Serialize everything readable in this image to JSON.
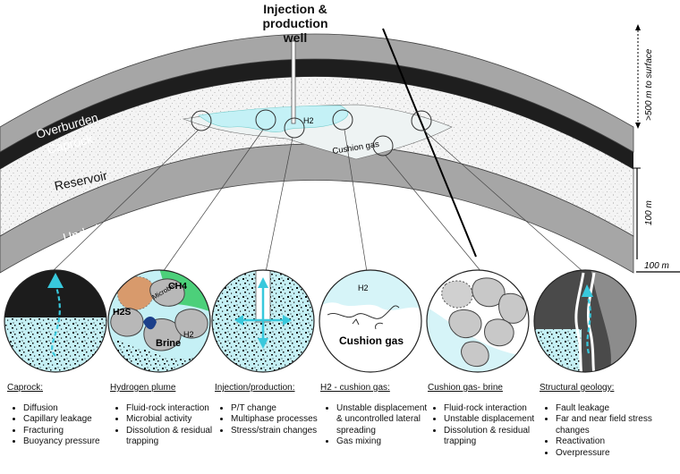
{
  "well_title": "Injection & production well",
  "layers": {
    "overburden": "Overburden",
    "caprock": "Caprock",
    "reservoir": "Reservoir",
    "underburden": "Underburden"
  },
  "labels": {
    "h2": "H2",
    "cushion_gas": "Cushion gas"
  },
  "scale": {
    "surface": ">500 m to surface",
    "v100": "100 m",
    "h100": "100 m"
  },
  "insets": {
    "plume_ch4": "CH4",
    "plume_microbes": "Microbes",
    "plume_h2s": "H2S",
    "plume_brine": "Brine",
    "plume_h2": "H2",
    "cushion_h2": "H2",
    "cushion_gas": "Cushion gas"
  },
  "columns": [
    {
      "title": "Caprock:",
      "items": [
        "Diffusion",
        "Capillary leakage",
        "Fracturing",
        "Buoyancy pressure"
      ]
    },
    {
      "title": "Hydrogen plume",
      "items": [
        "Fluid-rock interaction",
        "Microbial activity",
        "Dissolution & residual trapping"
      ]
    },
    {
      "title": "Injection/production:",
      "items": [
        "P/T change",
        "Multiphase processes",
        "Stress/strain changes"
      ]
    },
    {
      "title": "H2 - cushion gas:",
      "items": [
        "Unstable displacement & uncontrolled lateral spreading",
        "Gas mixing"
      ]
    },
    {
      "title": "Cushion gas- brine",
      "items": [
        "Fluid-rock interaction",
        "Unstable displacement",
        "Dissolution & residual trapping"
      ]
    },
    {
      "title": "Structural geology:",
      "items": [
        "Fault leakage",
        "Far and near field stress changes",
        "Reactivation",
        "Overpressure"
      ]
    }
  ]
}
